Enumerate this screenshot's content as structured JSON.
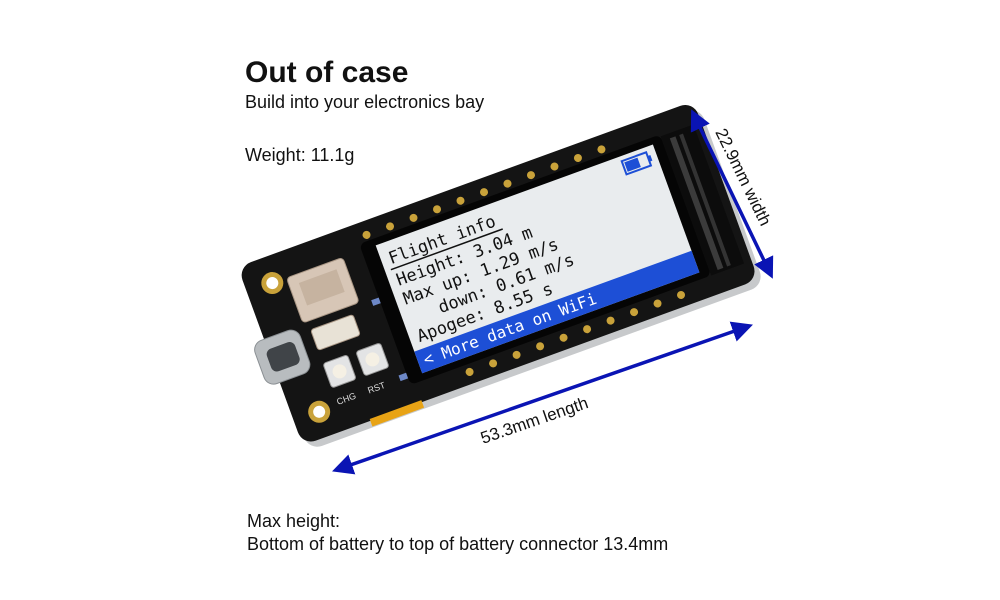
{
  "heading": {
    "title": "Out of case",
    "subtitle": "Build into your electronics bay"
  },
  "weight": "Weight: 11.1g",
  "dimensions": {
    "width_label": "22.9mm width",
    "length_label": "53.3mm length"
  },
  "max_height": {
    "label": "Max height:",
    "detail": "Bottom of battery to top of battery connector 13.4mm"
  },
  "screen": {
    "title": "Flight info",
    "rows": [
      "Height: 3.04 m",
      "Max up: 1.29 m/s",
      "down: 0.61 m/s",
      "Apogee: 8.55 s"
    ],
    "footer": "< More data on WiFi"
  },
  "board_labels": {
    "chg": "CHG",
    "rst": "RST"
  },
  "colors": {
    "arrow": "#0a14b4",
    "pcb": "#141414",
    "gold": "#c9a23a",
    "screen_bg": "#e9ecee",
    "footer_bar": "#1d4fd6"
  }
}
